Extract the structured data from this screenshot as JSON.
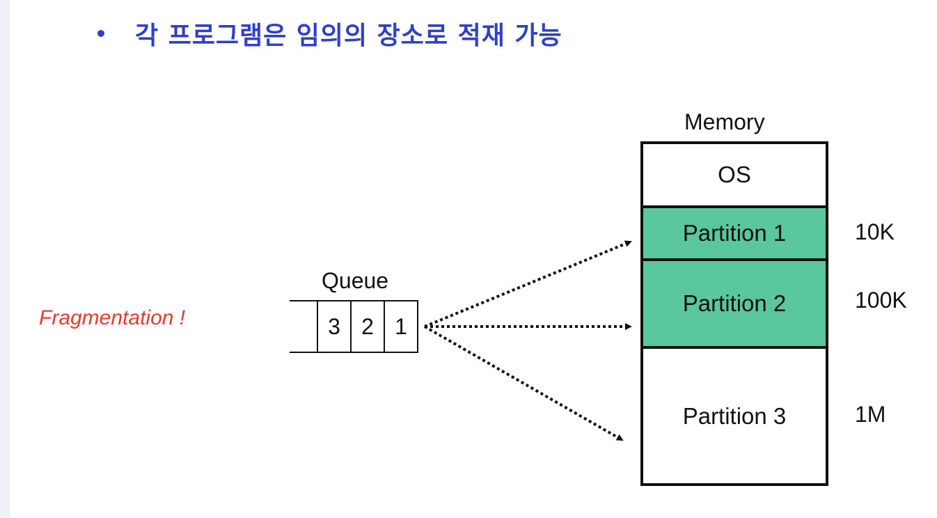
{
  "heading": {
    "text": "각 프로그램은 임의의 장소로 적재 가능",
    "color": "#2f3fc6"
  },
  "fragmentation_note": {
    "text": "Fragmentation !",
    "color": "#e53b2d"
  },
  "queue": {
    "label": "Queue",
    "items": [
      "3",
      "2",
      "1"
    ]
  },
  "memory": {
    "label": "Memory",
    "segments": [
      {
        "label": "OS",
        "size": ""
      },
      {
        "label": "Partition 1",
        "size": "10K",
        "fill": "#5ac89c"
      },
      {
        "label": "Partition 2",
        "size": "100K",
        "fill": "#5ac89c"
      },
      {
        "label": "Partition 3",
        "size": "1M"
      }
    ]
  }
}
